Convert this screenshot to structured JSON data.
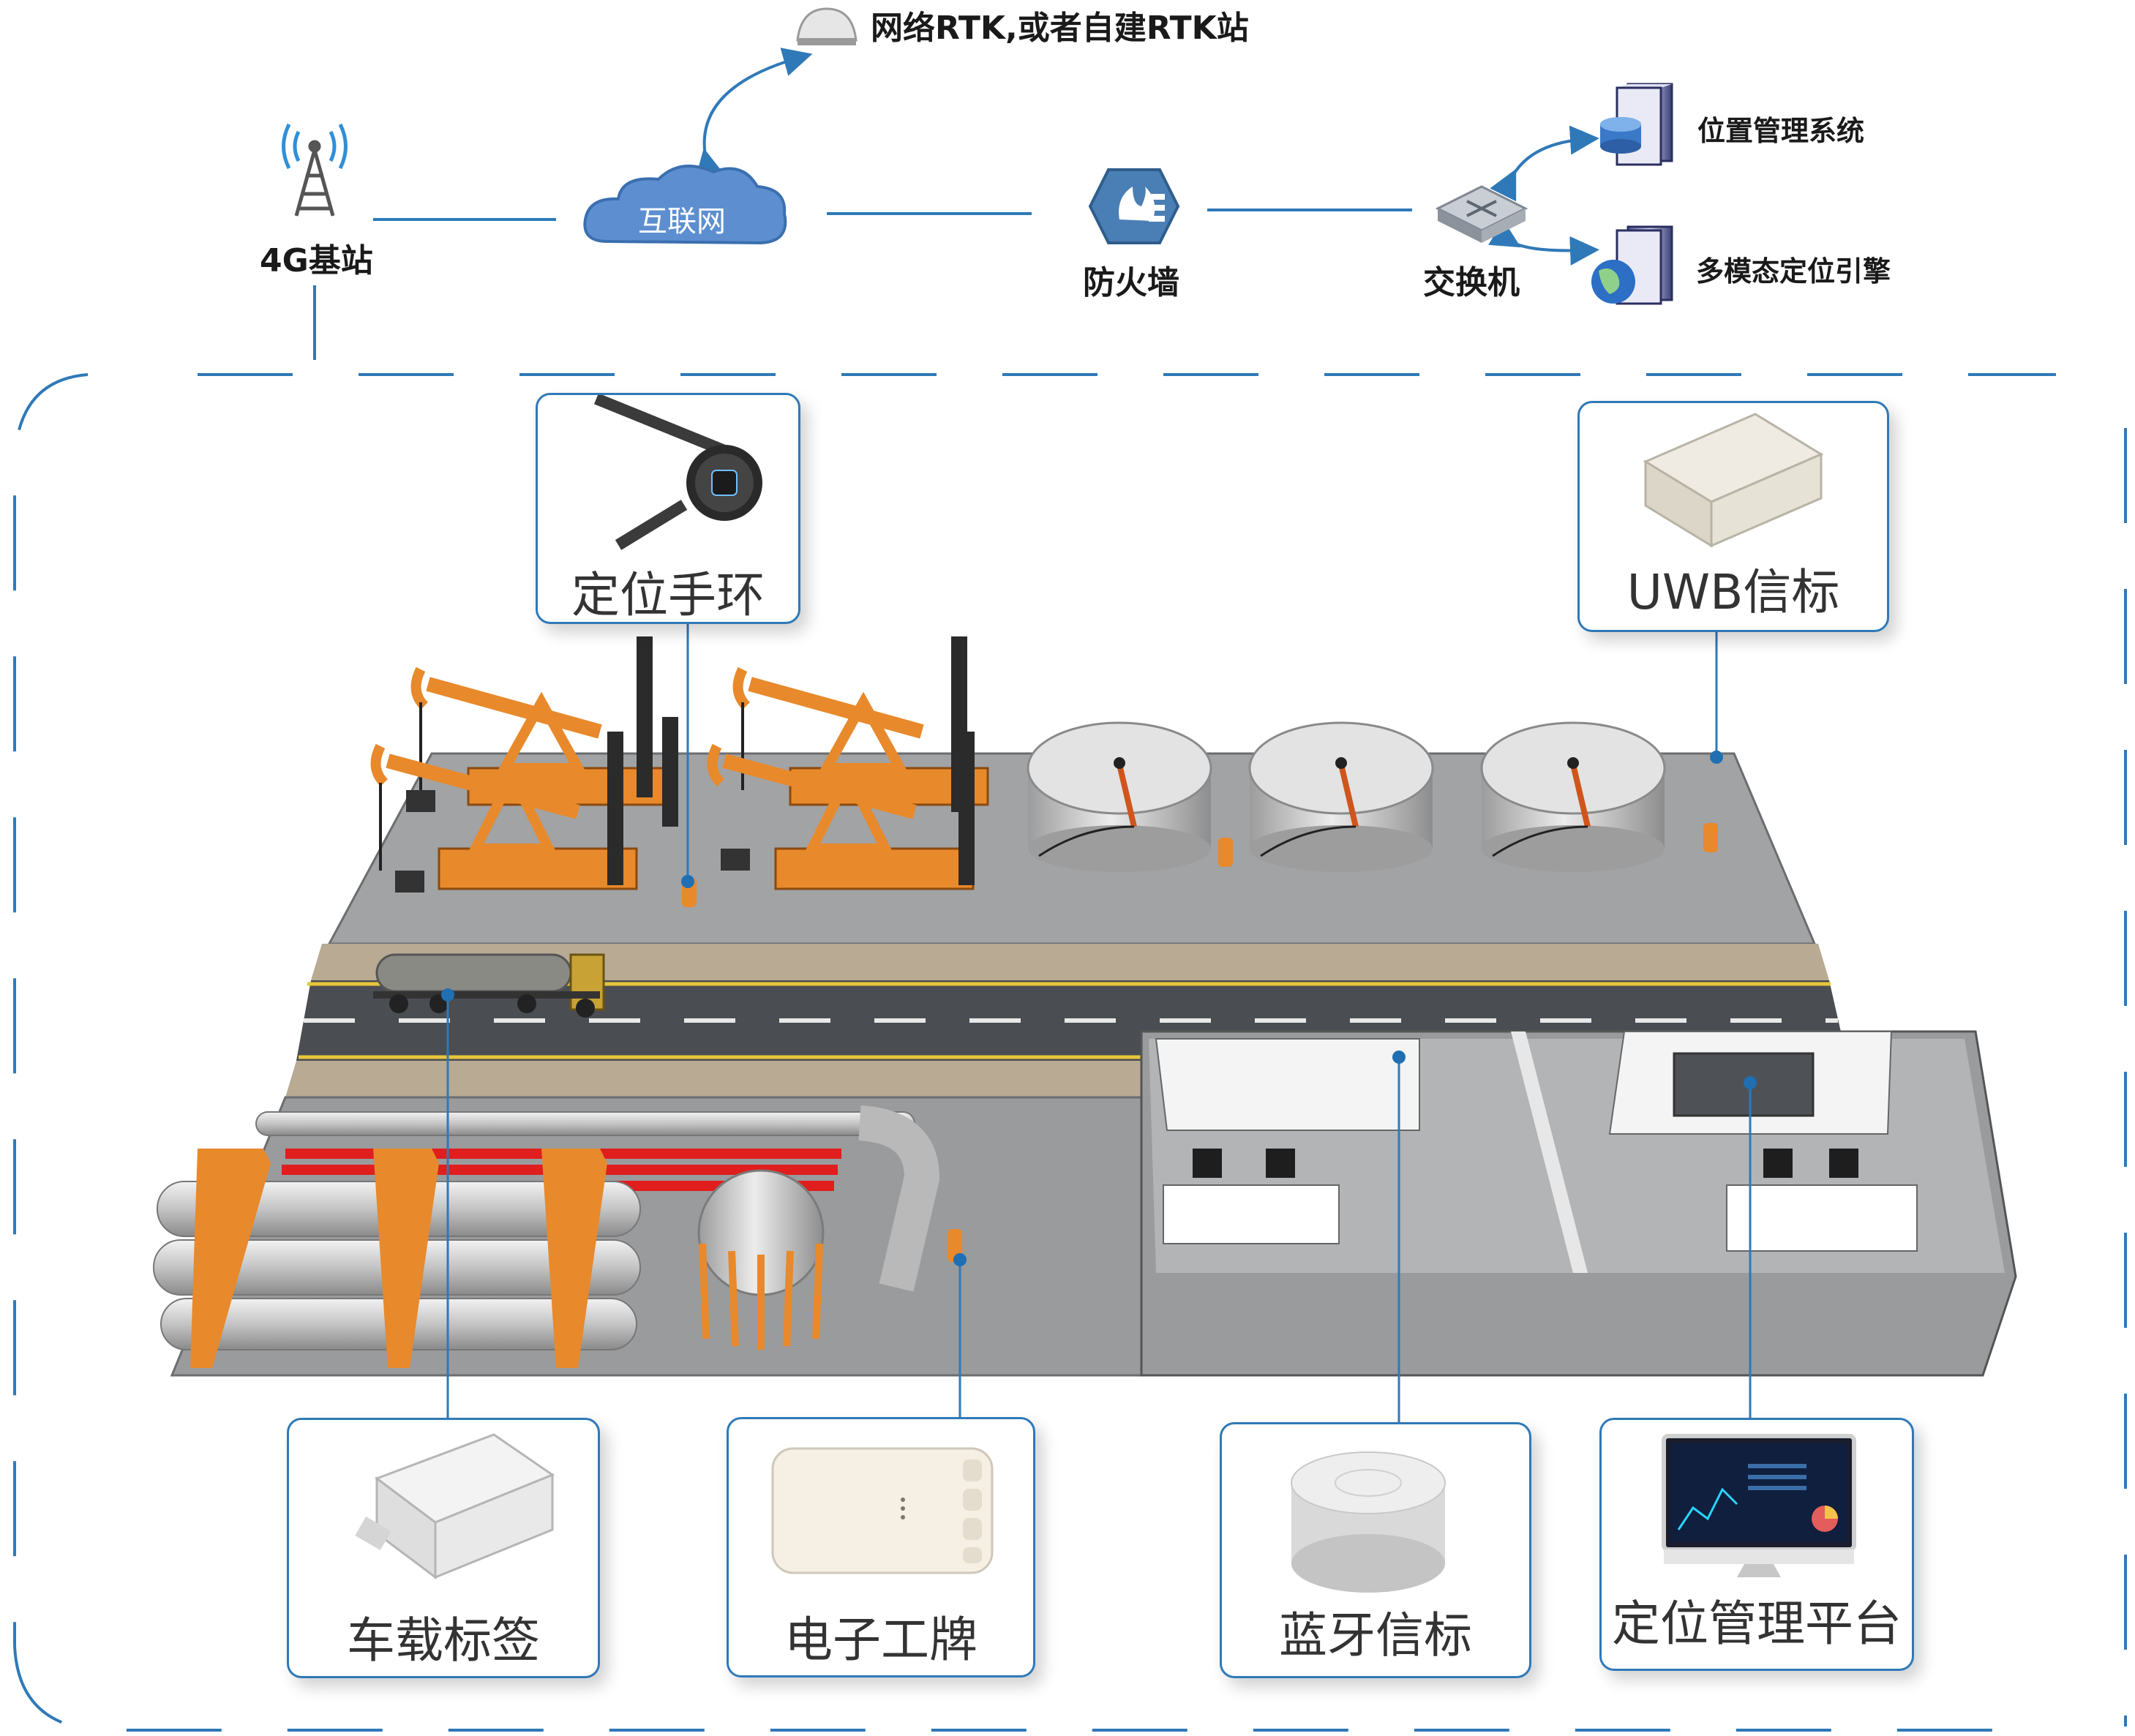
{
  "network": {
    "rtk_label": "网络RTK,或者自建RTK站",
    "internet_label": "互联网",
    "base_station_label": "4G基站",
    "firewall_label": "防火墙",
    "switch_label": "交换机",
    "location_system_label": "位置管理系统",
    "engine_label": "多模态定位引擎"
  },
  "devices": {
    "wristband_label": "定位手环",
    "uwb_label": "UWB信标",
    "vehicle_tag_label": "车载标签",
    "badge_label": "电子工牌",
    "ble_label": "蓝牙信标",
    "platform_label": "定位管理平台"
  },
  "colors": {
    "accent": "#1f6fb2",
    "pumpjack": "#e8892b",
    "ground": "#9a9b9d",
    "road": "#4a4d52",
    "red_pipe": "#e01e1e",
    "tank": "#d8d8d8",
    "cloud": "#5da0dd"
  },
  "icons": [
    "antenna-tower-icon",
    "cloud-icon",
    "gnss-antenna-icon",
    "firewall-icon",
    "switch-icon",
    "server-database-icon",
    "server-globe-icon"
  ]
}
